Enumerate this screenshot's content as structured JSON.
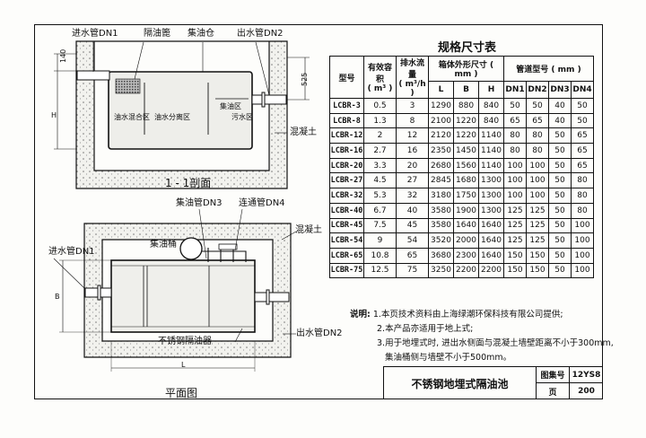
{
  "section_view": {
    "title": "1 - 1剖面",
    "labels": {
      "inlet": "进水管DN1",
      "partition": "隔油篦",
      "oil_tank": "集油仓",
      "outlet": "出水管DN2",
      "concrete": "混凝土",
      "zone_mix": "油水混合区",
      "zone_sep": "油水分离区",
      "zone_oil": "集油区",
      "zone_sewage": "污水区"
    },
    "dims": {
      "d140": "140",
      "d525": "525",
      "h": "H"
    }
  },
  "plan_view": {
    "title": "平面图",
    "labels": {
      "oil_pipe": "集油管DN3",
      "vent_pipe": "连通管DN4",
      "concrete": "混凝土",
      "inlet": "进水管DN1",
      "oil_bucket": "集油桶",
      "separator": "不锈钢隔油器",
      "outlet": "出水管DN2"
    },
    "dims": {
      "b": "B",
      "l": "L"
    }
  },
  "spec_table": {
    "title": "规格尺寸表",
    "headers": {
      "model": "型号",
      "capacity": "有效容积",
      "capacity_unit": "( m³ )",
      "flow": "排水流量",
      "flow_unit": "( m³/h )",
      "box": "箱体外形尺寸 ( mm )",
      "pipe": "管道型号 ( mm )",
      "L": "L",
      "B": "B",
      "H": "H",
      "DN1": "DN1",
      "DN2": "DN2",
      "DN3": "DN3",
      "DN4": "DN4"
    },
    "rows": [
      [
        "LCBR-3",
        "0.5",
        "3",
        "1290",
        "880",
        "840",
        "50",
        "50",
        "40",
        "50"
      ],
      [
        "LCBR-8",
        "1.3",
        "8",
        "2100",
        "1220",
        "840",
        "65",
        "65",
        "40",
        "50"
      ],
      [
        "LCBR-12",
        "2",
        "12",
        "2120",
        "1220",
        "1140",
        "80",
        "80",
        "50",
        "65"
      ],
      [
        "LCBR-16",
        "2.7",
        "16",
        "2350",
        "1450",
        "1140",
        "80",
        "80",
        "50",
        "65"
      ],
      [
        "LCBR-20",
        "3.3",
        "20",
        "2680",
        "1560",
        "1140",
        "100",
        "100",
        "50",
        "65"
      ],
      [
        "LCBR-27",
        "4.5",
        "27",
        "2845",
        "1680",
        "1300",
        "100",
        "100",
        "50",
        "80"
      ],
      [
        "LCBR-32",
        "5.3",
        "32",
        "3180",
        "1750",
        "1300",
        "100",
        "100",
        "50",
        "80"
      ],
      [
        "LCBR-40",
        "6.7",
        "40",
        "3580",
        "1900",
        "1300",
        "125",
        "125",
        "50",
        "80"
      ],
      [
        "LCBR-45",
        "7.5",
        "45",
        "3580",
        "1640",
        "1640",
        "125",
        "125",
        "50",
        "100"
      ],
      [
        "LCBR-54",
        "9",
        "54",
        "3520",
        "2000",
        "1640",
        "125",
        "125",
        "50",
        "100"
      ],
      [
        "LCBR-65",
        "10.8",
        "65",
        "3680",
        "2300",
        "1640",
        "150",
        "150",
        "50",
        "100"
      ],
      [
        "LCBR-75",
        "12.5",
        "75",
        "3250",
        "2200",
        "2200",
        "150",
        "150",
        "50",
        "100"
      ]
    ]
  },
  "notes": {
    "label": "说明:",
    "lines": [
      "1.本页技术资料由上海绿潮环保科技有限公司提供;",
      "2.本产品亦适用于地上式;",
      "3.用于地埋式时, 进出水侧面与混凝土墙壁距离不小于300mm,",
      "集油桶侧与墙壁不小于500mm。"
    ]
  },
  "title_block": {
    "drawing_title": "不锈钢地埋式隔油池",
    "atlas_label": "图集号",
    "atlas_no": "12YS8",
    "page_label": "页",
    "page_no": "200"
  }
}
